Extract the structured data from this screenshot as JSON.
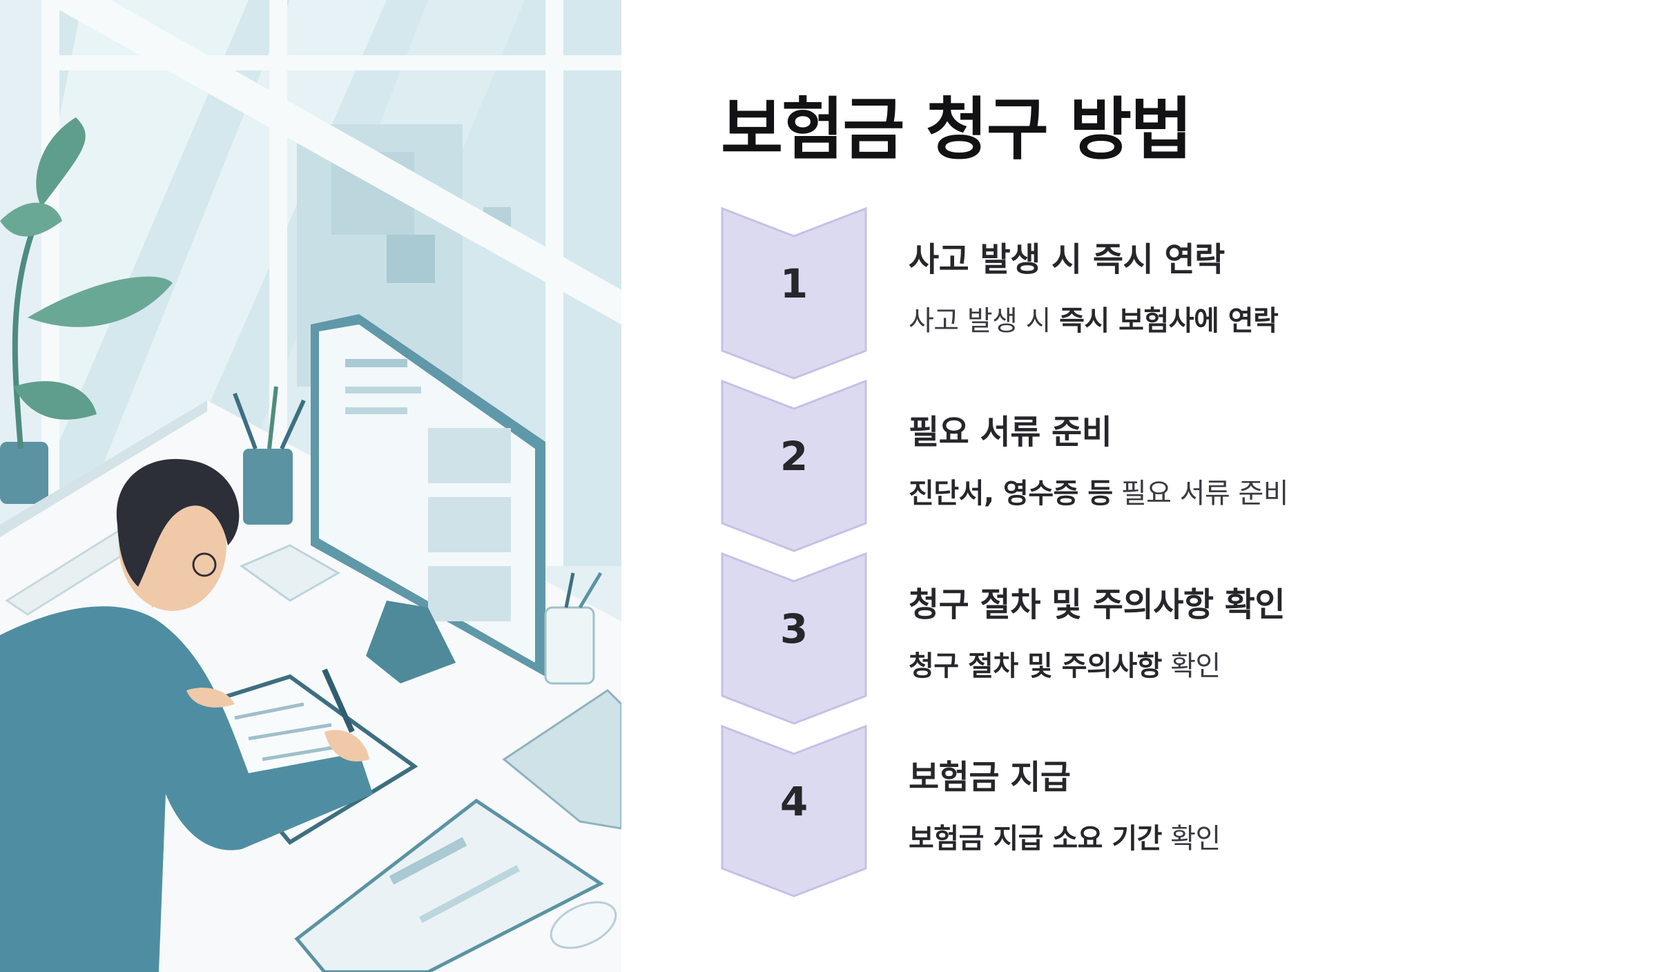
{
  "page": {
    "title": "보험금 청구 방법"
  },
  "colors": {
    "chevron_fill": "#dcdaf1",
    "chevron_stroke": "#c4c0e6",
    "text": "#27272b"
  },
  "illustration": {
    "icon": "person-filling-insurance-form-illustration"
  },
  "steps": [
    {
      "number": "1",
      "heading": "사고 발생 시 즉시 연락",
      "desc_a": "사고 발생 시 ",
      "desc_b": "즉시 보험사에 연락",
      "desc_c": ""
    },
    {
      "number": "2",
      "heading": "필요 서류 준비",
      "desc_a": "",
      "desc_b": "진단서, 영수증 등",
      "desc_c": " 필요 서류 준비"
    },
    {
      "number": "3",
      "heading": "청구 절차 및 주의사항 확인",
      "desc_a": "",
      "desc_b": "청구 절차 및 주의사항",
      "desc_c": " 확인"
    },
    {
      "number": "4",
      "heading": "보험금 지급",
      "desc_a": "",
      "desc_b": "보험금 지급 소요 기간",
      "desc_c": " 확인"
    }
  ]
}
